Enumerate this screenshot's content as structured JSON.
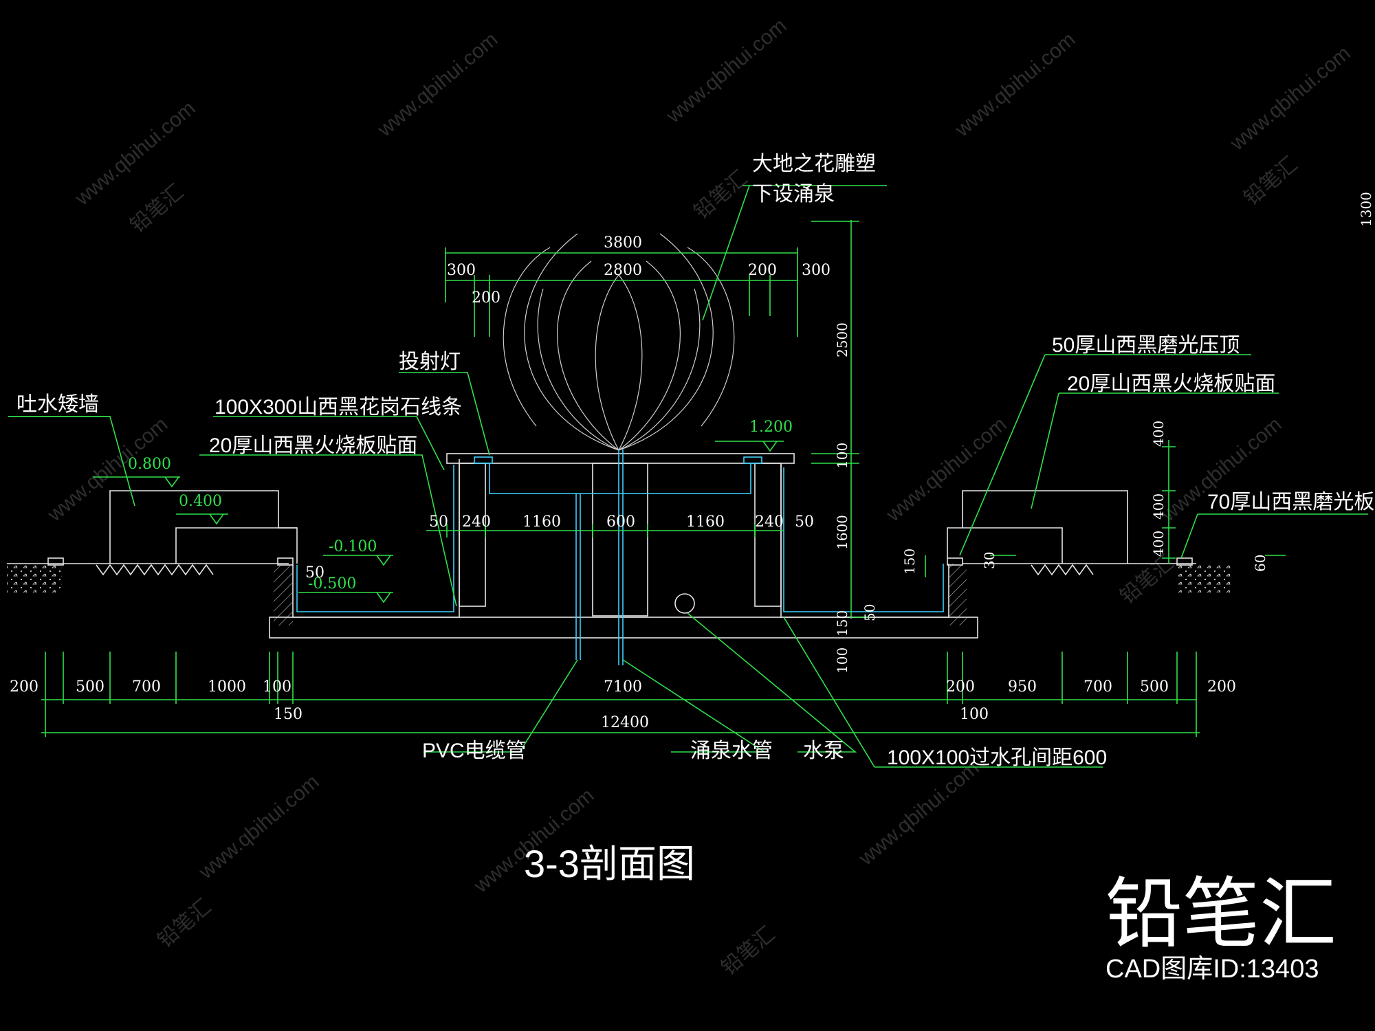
{
  "drawing": {
    "title": "3-3剖面图",
    "brand": "铅笔汇",
    "brand_id": "CAD图库ID:13403",
    "watermark_site": "www.qbihui.com",
    "watermark_brand": "铅笔汇"
  },
  "labels": {
    "sculpture_line1": "大地之花雕塑",
    "sculpture_line2": "下设涌泉",
    "spotlight": "投射灯",
    "granite_strip": "100X300山西黑花岗石线条",
    "flamed_tile_left": "20厚山西黑火烧板贴面",
    "spout_wall": "吐水矮墙",
    "coping_right": "50厚山西黑磨光压顶",
    "flamed_tile_right": "20厚山西黑火烧板贴面",
    "polished_right": "70厚山西黑磨光板",
    "pvc_pipe": "PVC电缆管",
    "fountain_pipe": "涌泉水管",
    "pump": "水泵",
    "drain_holes": "100X100过水孔间距600"
  },
  "elevations": {
    "e1200": "1.200",
    "e0800": "0.800",
    "e0400": "0.400",
    "em0100": "-0.100",
    "em0500": "-0.500"
  },
  "dims_top": {
    "d3800": "3800",
    "d2800": "2800",
    "d300a": "300",
    "d200a": "200",
    "d200b": "200",
    "d300b": "300"
  },
  "dims_inner": {
    "d50a": "50",
    "d240a": "240",
    "d1160a": "1160",
    "d600": "600",
    "d1160b": "1160",
    "d240b": "240",
    "d50b": "50",
    "d50c": "50"
  },
  "dims_vertical": {
    "v2500": "2500",
    "v100a": "100",
    "v1600": "1600",
    "v150a": "150",
    "v50": "50",
    "v100b": "100",
    "v150b": "150",
    "v30": "30",
    "v400a": "400",
    "v400b": "400",
    "v400c": "400",
    "v60": "60",
    "v1300": "1300"
  },
  "dims_bottom": {
    "b200a": "200",
    "b500a": "500",
    "b700a": "700",
    "b1000": "1000",
    "b100a": "100",
    "b150": "150",
    "b7100": "7100",
    "b200b": "200",
    "b100b": "100",
    "b950": "950",
    "b700b": "700",
    "b500b": "500",
    "b200c": "200",
    "b12400": "12400"
  },
  "colors": {
    "background": "#000000",
    "dimension_line": "#2fe14a",
    "structure_line": "#e6e6e6",
    "water_line": "#3fd0ff",
    "watermark": "#3a3a3a"
  }
}
